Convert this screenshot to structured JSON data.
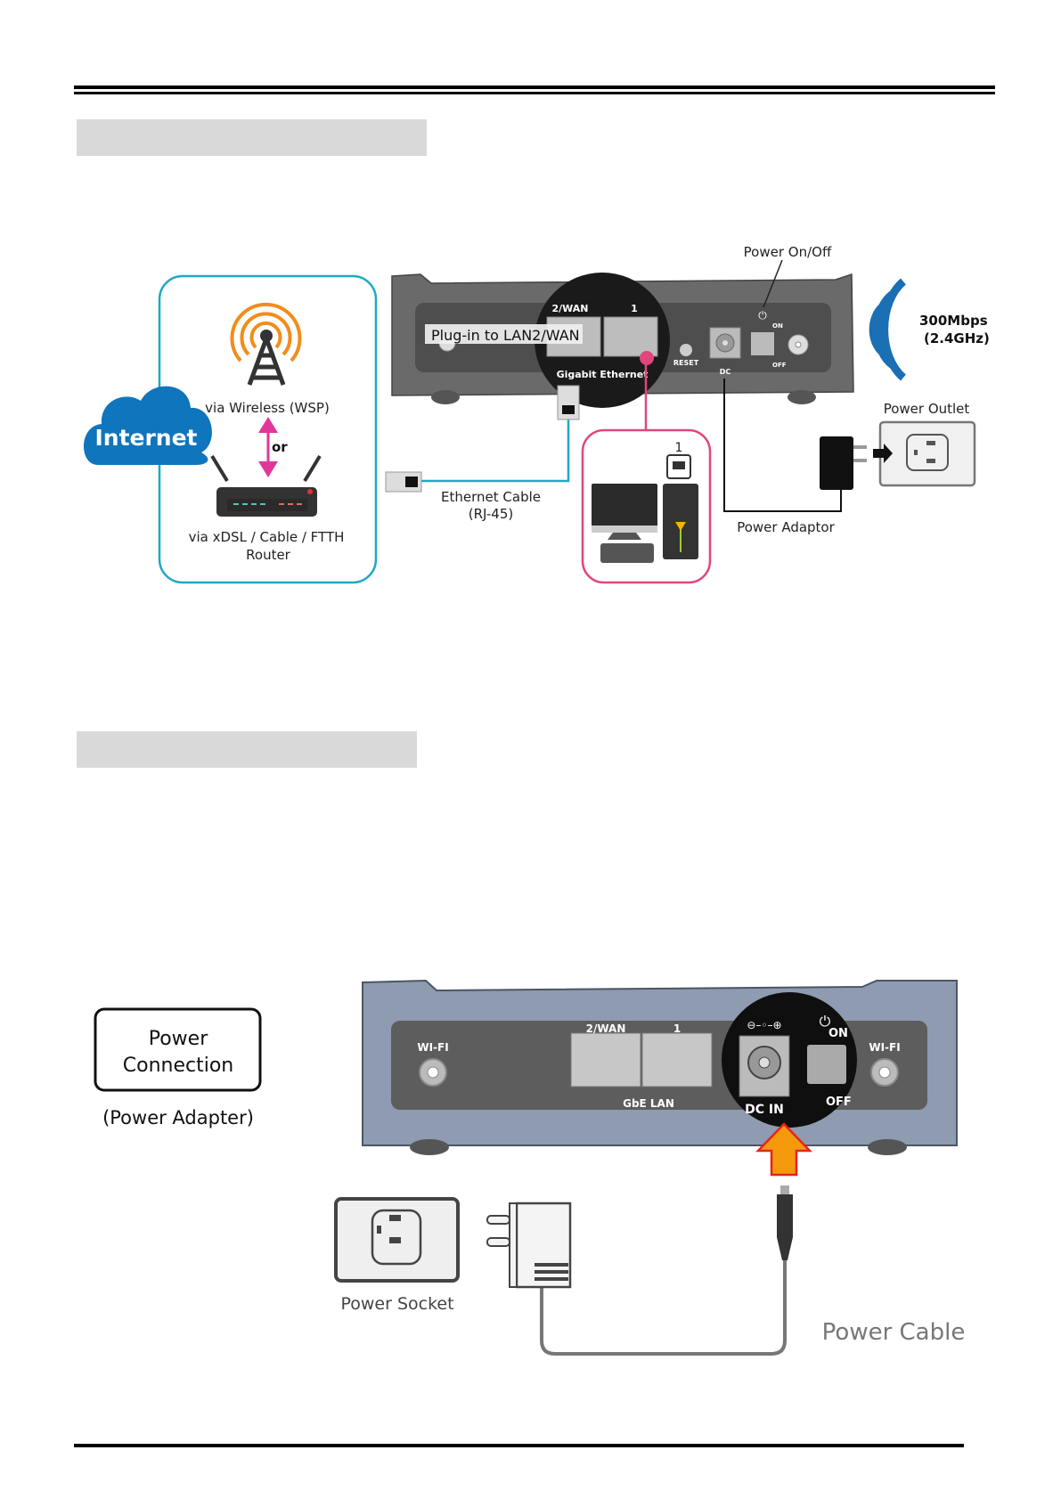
{
  "header": {
    "section_bar_1": "",
    "section_bar_2": ""
  },
  "diagram1": {
    "internet_label": "Internet",
    "wireless_label": "via Wireless (WSP)",
    "or_label": "or",
    "router_label_line1": "via xDSL / Cable / FTTH",
    "router_label_line2": "Router",
    "plug_in_label": "Plug-in to LAN2/WAN",
    "port_wan_label": "2/WAN",
    "port_1_label": "1",
    "gigabit_label": "Gigabit Ethernet",
    "reset_label": "RESET",
    "dc_label": "DC",
    "on_label": "ON",
    "off_label": "OFF",
    "power_onoff_label": "Power On/Off",
    "speed_label_line1": "300Mbps",
    "speed_label_line2": "(2.4GHz)",
    "power_outlet_label": "Power Outlet",
    "power_adaptor_label": "Power Adaptor",
    "ethernet_cable_line1": "Ethernet Cable",
    "ethernet_cable_line2": "(RJ-45)",
    "pc_port_label": "1",
    "colors": {
      "cyan": "#1fa9c4",
      "pink": "#e0457e",
      "cloud": "#0f75bc",
      "tower": "#f28c1a",
      "wifi": "#1a6fb5",
      "arrow_pink": "#e2379a"
    }
  },
  "diagram2": {
    "power_connection_line1": "Power",
    "power_connection_line2": "Connection",
    "power_adapter_label": "(Power Adapter)",
    "wifi_left_label": "WI-FI",
    "wifi_right_label": "WI-FI",
    "port_wan_label": "2/WAN",
    "port_1_label": "1",
    "gbe_lan_label": "GbE LAN",
    "dc_in_label": "DC IN",
    "on_label": "ON",
    "off_label": "OFF",
    "power_socket_label": "Power Socket",
    "power_cable_label": "Power Cable",
    "colors": {
      "arrow_fill": "#f59a0c",
      "arrow_stroke": "#e8231c",
      "router_body": "#8e9bb0"
    }
  }
}
